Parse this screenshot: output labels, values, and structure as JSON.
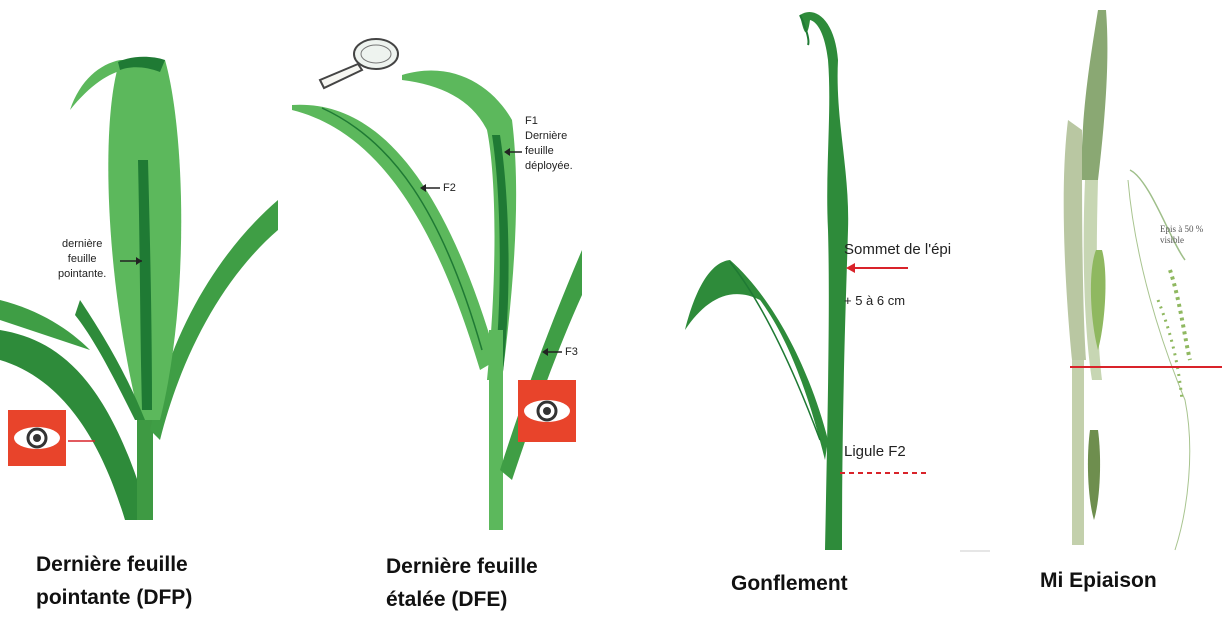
{
  "stages": [
    {
      "id": "dfp",
      "caption": [
        "Dernière feuille",
        "pointante (DFP)"
      ],
      "labels": {
        "leaf_note": [
          "dernière",
          "feuille",
          "pointante."
        ]
      },
      "tool_icon": "eye-icon"
    },
    {
      "id": "dfe",
      "caption": [
        "Dernière feuille",
        "étalée (DFE)"
      ],
      "labels": {
        "f1": [
          "F1",
          "Dernière",
          "feuille",
          "déployée."
        ],
        "f2": "F2",
        "f3": "F3"
      },
      "tool_icons": [
        "magnifier-icon",
        "eye-icon"
      ]
    },
    {
      "id": "gonflement",
      "caption": [
        "Gonflement"
      ],
      "labels": {
        "sommet": "Sommet de l'épi",
        "distance": "+ 5 à 6 cm",
        "ligule": "Ligule F2"
      }
    },
    {
      "id": "mi-epiaison",
      "caption": [
        "Mi Epiaison"
      ],
      "labels": {
        "epis": [
          "Epis à 50 %",
          "visible"
        ]
      }
    }
  ],
  "colors": {
    "leaf_light": "#5cb85c",
    "leaf_mid": "#3f9e45",
    "leaf_dark": "#1f7a34",
    "icon_box": "#e8442b",
    "marker_red": "#d9232a"
  }
}
